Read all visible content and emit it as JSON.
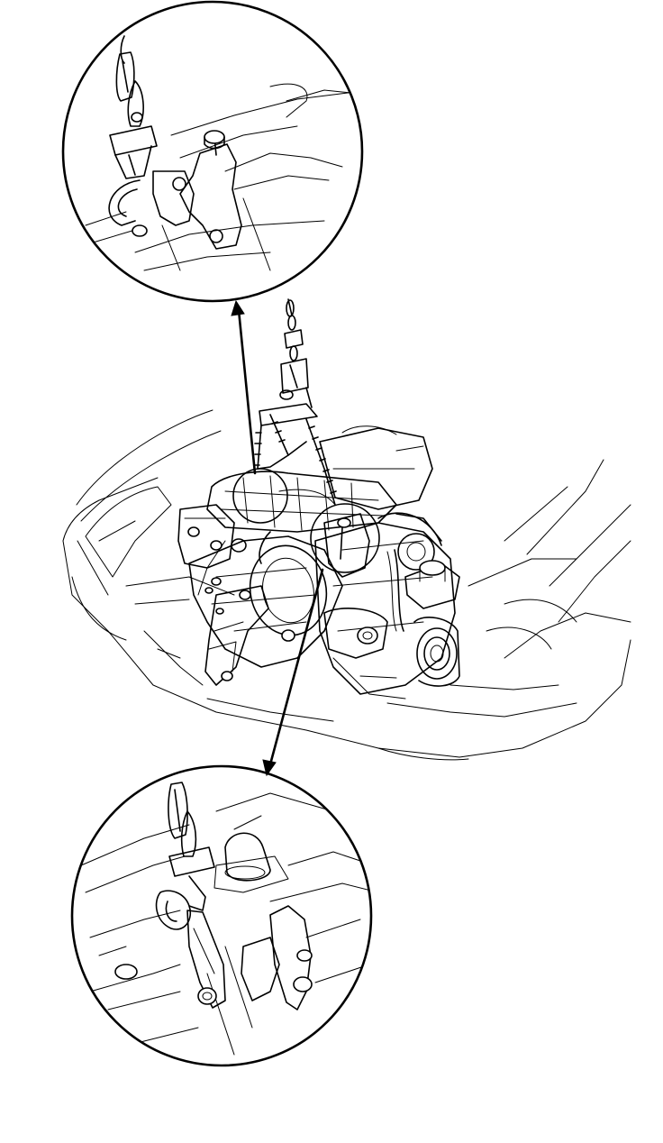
{
  "figure": {
    "description_visible_text": [],
    "colors": {
      "ink": "#000000",
      "paper": "#ffffff"
    },
    "callouts": [
      {
        "id": "upper",
        "icon": "chain-hook-detail"
      },
      {
        "id": "lower",
        "icon": "chain-hook-detail"
      }
    ]
  }
}
